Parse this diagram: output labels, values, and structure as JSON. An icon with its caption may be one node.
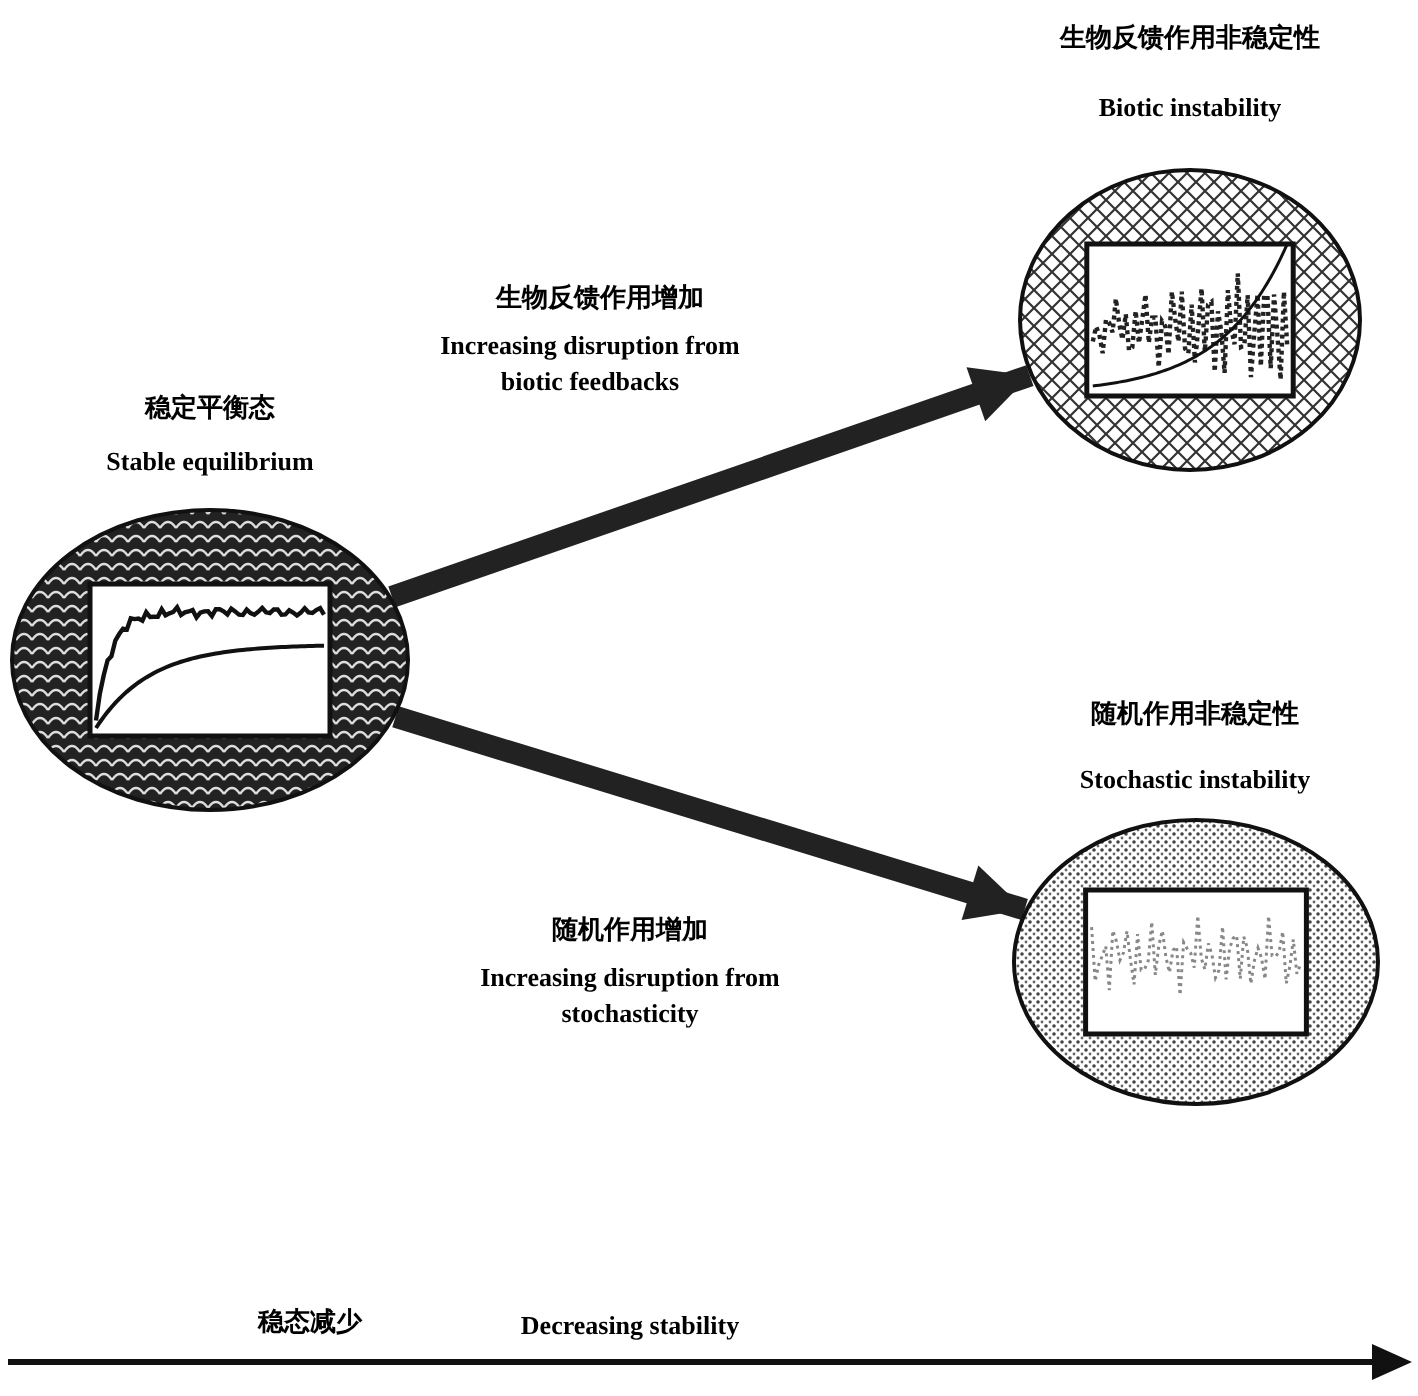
{
  "diagram": {
    "nodes": [
      {
        "text": [
          "稳定平衡态",
          "Stable equilibrium"
        ]
      },
      {
        "text": [
          "生物反馈作用非稳定性",
          "Biotic instability"
        ]
      },
      {
        "text": [
          "随机作用非稳定性",
          "Stochastic instability"
        ]
      }
    ],
    "edges": [
      {
        "from": 0,
        "to": 1,
        "arrow": "to"
      },
      {
        "from": 0,
        "to": 2,
        "arrow": "to"
      }
    ],
    "labels": [
      "生物反馈作用增加",
      "Increasing disruption from biotic feedbacks",
      "随机作用增加",
      "Increasing disruption from stochasticity",
      "稳态减少",
      "Decreasing stability"
    ]
  }
}
